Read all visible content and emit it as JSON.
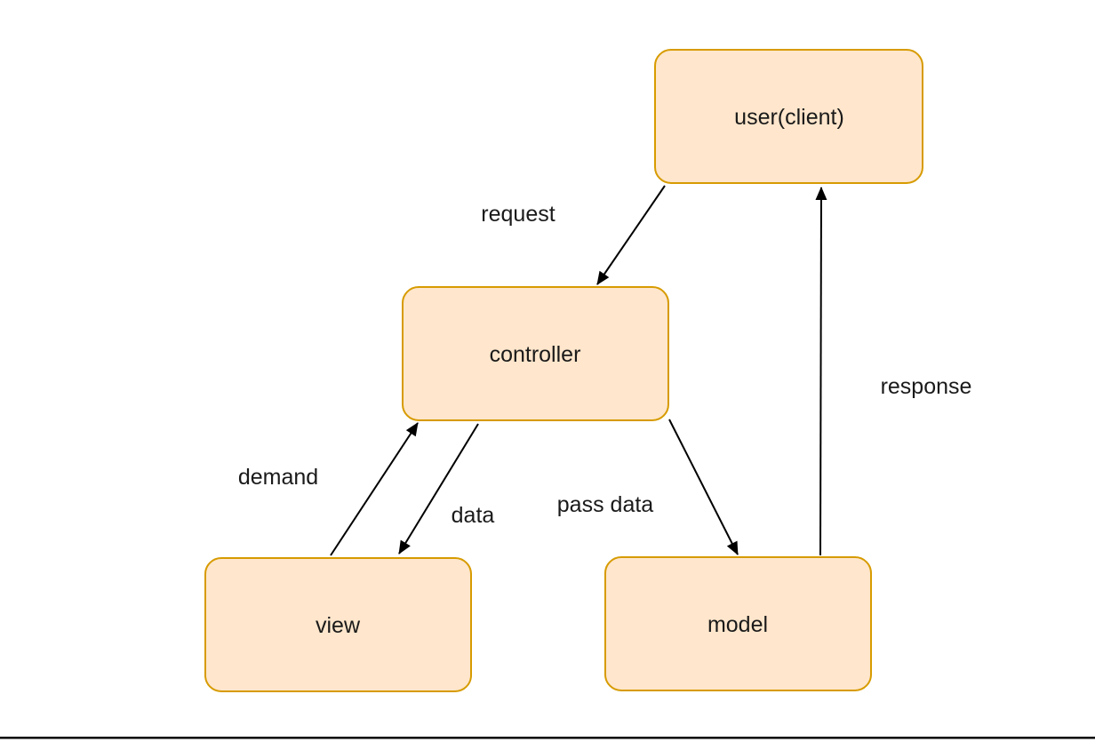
{
  "diagram": {
    "type": "flow-diagram",
    "nodes": [
      {
        "id": "user",
        "label": "user(client)"
      },
      {
        "id": "controller",
        "label": "controller"
      },
      {
        "id": "view",
        "label": "view"
      },
      {
        "id": "model",
        "label": "model"
      }
    ],
    "edges": [
      {
        "label": "request",
        "from": "user",
        "to": "controller"
      },
      {
        "label": "demand",
        "from": "view",
        "to": "controller"
      },
      {
        "label": "data",
        "from": "controller",
        "to": "view"
      },
      {
        "label": "pass data",
        "from": "controller",
        "to": "model"
      },
      {
        "label": "response",
        "from": "model",
        "to": "user"
      }
    ],
    "colors": {
      "node_fill": "#FFE6CC",
      "node_border": "#D79B00",
      "arrow": "#000000",
      "text": "#1a1a1a",
      "background": "#ffffff"
    }
  }
}
